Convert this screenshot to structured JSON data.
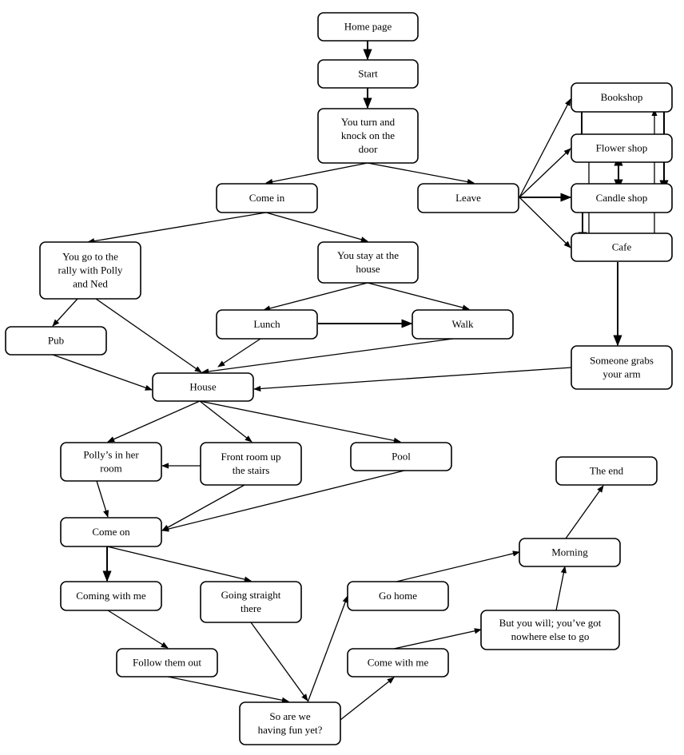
{
  "diagram": {
    "type": "flowchart",
    "colors": {
      "stroke": "#000000",
      "fill": "#ffffff",
      "text": "#000000"
    },
    "nodes": [
      {
        "id": "home",
        "lines": [
          "Home page"
        ]
      },
      {
        "id": "start",
        "lines": [
          "Start"
        ]
      },
      {
        "id": "knock",
        "lines": [
          "You turn and",
          "knock on the",
          "door"
        ]
      },
      {
        "id": "comein",
        "lines": [
          "Come in"
        ]
      },
      {
        "id": "leave",
        "lines": [
          "Leave"
        ]
      },
      {
        "id": "bookshop",
        "lines": [
          "Bookshop"
        ]
      },
      {
        "id": "flower",
        "lines": [
          "Flower shop"
        ]
      },
      {
        "id": "candle",
        "lines": [
          "Candle shop"
        ]
      },
      {
        "id": "cafe",
        "lines": [
          "Cafe"
        ]
      },
      {
        "id": "rally",
        "lines": [
          "You go to the",
          "rally with Polly",
          "and Ned"
        ]
      },
      {
        "id": "stay",
        "lines": [
          "You stay at the",
          "house"
        ]
      },
      {
        "id": "pub",
        "lines": [
          "Pub"
        ]
      },
      {
        "id": "lunch",
        "lines": [
          "Lunch"
        ]
      },
      {
        "id": "walk",
        "lines": [
          "Walk"
        ]
      },
      {
        "id": "grabs",
        "lines": [
          "Someone grabs",
          "your arm"
        ]
      },
      {
        "id": "house",
        "lines": [
          "House"
        ]
      },
      {
        "id": "polly",
        "lines": [
          "Polly’s in her",
          "room"
        ]
      },
      {
        "id": "front",
        "lines": [
          "Front room up",
          "the stairs"
        ]
      },
      {
        "id": "pool",
        "lines": [
          "Pool"
        ]
      },
      {
        "id": "theend",
        "lines": [
          "The end"
        ]
      },
      {
        "id": "comeon",
        "lines": [
          "Come on"
        ]
      },
      {
        "id": "morning",
        "lines": [
          "Morning"
        ]
      },
      {
        "id": "coming",
        "lines": [
          "Coming with me"
        ]
      },
      {
        "id": "straight",
        "lines": [
          "Going straight",
          "there"
        ]
      },
      {
        "id": "gohome",
        "lines": [
          "Go home"
        ]
      },
      {
        "id": "butyou",
        "lines": [
          "But you will; you’ve got",
          "nowhere else to go"
        ]
      },
      {
        "id": "follow",
        "lines": [
          "Follow them out"
        ]
      },
      {
        "id": "comewith",
        "lines": [
          "Come with me"
        ]
      },
      {
        "id": "fun",
        "lines": [
          "So are we",
          "having fun yet?"
        ]
      }
    ],
    "edges": [
      {
        "from": "home",
        "to": "start",
        "direction": "forward"
      },
      {
        "from": "start",
        "to": "knock",
        "direction": "forward"
      },
      {
        "from": "knock",
        "to": "comein",
        "direction": "forward"
      },
      {
        "from": "knock",
        "to": "leave",
        "direction": "forward"
      },
      {
        "from": "leave",
        "to": "bookshop",
        "direction": "forward"
      },
      {
        "from": "leave",
        "to": "flower",
        "direction": "forward"
      },
      {
        "from": "leave",
        "to": "candle",
        "direction": "forward"
      },
      {
        "from": "leave",
        "to": "cafe",
        "direction": "forward"
      },
      {
        "from": "bookshop",
        "to": "flower",
        "direction": "both"
      },
      {
        "from": "bookshop",
        "to": "candle",
        "direction": "both"
      },
      {
        "from": "bookshop",
        "to": "cafe",
        "direction": "both"
      },
      {
        "from": "flower",
        "to": "candle",
        "direction": "both"
      },
      {
        "from": "flower",
        "to": "cafe",
        "direction": "both"
      },
      {
        "from": "candle",
        "to": "cafe",
        "direction": "both"
      },
      {
        "from": "cafe",
        "to": "grabs",
        "direction": "forward"
      },
      {
        "from": "comein",
        "to": "rally",
        "direction": "forward"
      },
      {
        "from": "comein",
        "to": "stay",
        "direction": "forward"
      },
      {
        "from": "rally",
        "to": "pub",
        "direction": "forward"
      },
      {
        "from": "rally",
        "to": "house",
        "direction": "forward"
      },
      {
        "from": "stay",
        "to": "lunch",
        "direction": "forward"
      },
      {
        "from": "stay",
        "to": "walk",
        "direction": "forward"
      },
      {
        "from": "lunch",
        "to": "walk",
        "direction": "forward"
      },
      {
        "from": "lunch",
        "to": "house",
        "direction": "forward"
      },
      {
        "from": "walk",
        "to": "house",
        "direction": "forward"
      },
      {
        "from": "pub",
        "to": "house",
        "direction": "forward"
      },
      {
        "from": "grabs",
        "to": "house",
        "direction": "forward"
      },
      {
        "from": "house",
        "to": "polly",
        "direction": "forward"
      },
      {
        "from": "house",
        "to": "front",
        "direction": "forward"
      },
      {
        "from": "house",
        "to": "pool",
        "direction": "forward"
      },
      {
        "from": "front",
        "to": "polly",
        "direction": "forward"
      },
      {
        "from": "polly",
        "to": "comeon",
        "direction": "forward"
      },
      {
        "from": "front",
        "to": "comeon",
        "direction": "forward"
      },
      {
        "from": "pool",
        "to": "comeon",
        "direction": "forward"
      },
      {
        "from": "comeon",
        "to": "coming",
        "direction": "forward"
      },
      {
        "from": "comeon",
        "to": "straight",
        "direction": "forward"
      },
      {
        "from": "coming",
        "to": "follow",
        "direction": "forward"
      },
      {
        "from": "follow",
        "to": "fun",
        "direction": "forward"
      },
      {
        "from": "straight",
        "to": "fun",
        "direction": "forward"
      },
      {
        "from": "fun",
        "to": "gohome",
        "direction": "forward"
      },
      {
        "from": "fun",
        "to": "comewith",
        "direction": "forward"
      },
      {
        "from": "gohome",
        "to": "morning",
        "direction": "forward"
      },
      {
        "from": "comewith",
        "to": "butyou",
        "direction": "forward"
      },
      {
        "from": "butyou",
        "to": "morning",
        "direction": "forward"
      },
      {
        "from": "morning",
        "to": "theend",
        "direction": "forward"
      }
    ]
  }
}
